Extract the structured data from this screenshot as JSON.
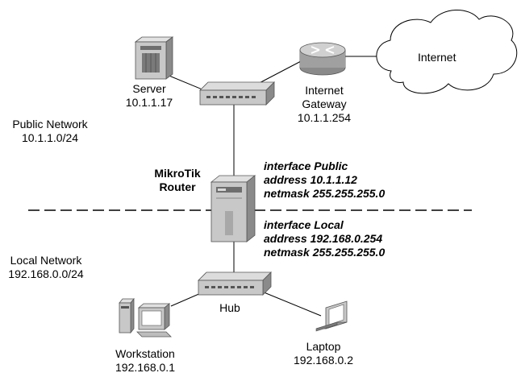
{
  "nodes": {
    "internet": {
      "label": "Internet"
    },
    "server": {
      "name": "Server",
      "address": "10.1.1.17"
    },
    "gateway": {
      "name_line1": "Internet",
      "name_line2": "Gateway",
      "address": "10.1.1.254"
    },
    "public_network": {
      "name": "Public Network",
      "address": "10.1.1.0/24"
    },
    "router": {
      "name_line1": "MikroTik",
      "name_line2": "Router"
    },
    "local_network": {
      "name": "Local Network",
      "address": "192.168.0.0/24"
    },
    "hub": {
      "name": "Hub"
    },
    "workstation": {
      "name": "Workstation",
      "address": "192.168.0.1"
    },
    "laptop": {
      "name": "Laptop",
      "address": "192.168.0.2"
    }
  },
  "interfaces": {
    "public": {
      "line1": "interface Public",
      "line2": "address 10.1.1.12",
      "line3": "netmask 255.255.255.0"
    },
    "local": {
      "line1": "interface Local",
      "line2": "address 192.168.0.254",
      "line3": "netmask 255.255.255.0"
    }
  },
  "colors": {
    "device_body": "#c8c8c8",
    "device_dark": "#6e6e6e",
    "line": "#000000"
  }
}
